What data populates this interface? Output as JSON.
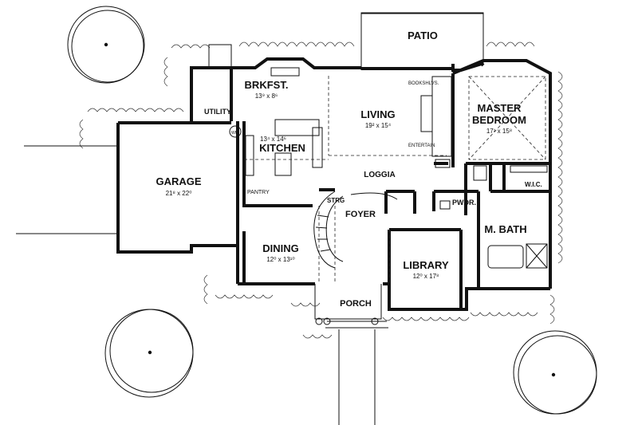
{
  "rooms": {
    "patio": {
      "name": "PATIO"
    },
    "brkfst": {
      "name": "BRKFST.",
      "size": "13⁹ x 8⁶"
    },
    "living": {
      "name": "LIVING",
      "size": "19² x 15⁴"
    },
    "master": {
      "name1": "MASTER",
      "name2": "BEDROOM",
      "size": "17¹ x 15⁸"
    },
    "utility": {
      "name": "UTILITY"
    },
    "kitchen": {
      "name": "KITCHEN",
      "size": "13⁴ x 14⁶"
    },
    "garage": {
      "name": "GARAGE",
      "size": "21⁸ x 22⁰"
    },
    "loggia": {
      "name": "LOGGIA"
    },
    "wic": {
      "name": "W.I.C."
    },
    "pantry": {
      "name": "PANTRY"
    },
    "strg": {
      "name": "STRG"
    },
    "pwdr": {
      "name": "PWDR."
    },
    "foyer": {
      "name": "FOYER"
    },
    "mbath": {
      "name": "M. BATH"
    },
    "dining": {
      "name": "DINING",
      "size": "12⁰ x 13¹⁰"
    },
    "library": {
      "name": "LIBRARY",
      "size": "12⁰ x 17⁸"
    },
    "porch": {
      "name": "PORCH"
    }
  },
  "labels": {
    "bookshelves": "BOOKSHLVS.",
    "entertain": "ENTERTAIN",
    "wh": "WH"
  }
}
